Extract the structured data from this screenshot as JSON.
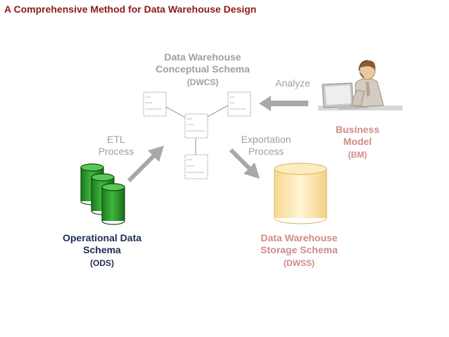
{
  "title": "A Comprehensive Method for Data Warehouse Design",
  "dwcs": {
    "line1": "Data Warehouse",
    "line2": "Conceptual Schema",
    "abbr": "(DWCS)"
  },
  "analyze": "Analyze",
  "bm": {
    "line1": "Business",
    "line2": "Model",
    "abbr": "(BM)"
  },
  "etl": {
    "line1": "ETL",
    "line2": "Process"
  },
  "export": {
    "line1": "Exportation",
    "line2": "Process"
  },
  "ods": {
    "line1": "Operational Data",
    "line2": "Schema",
    "abbr": "(ODS)"
  },
  "dwss": {
    "line1": "Data Warehouse",
    "line2": "Storage Schema",
    "abbr": "(DWSS)"
  },
  "colors": {
    "title": "#8b1a1a",
    "ods_cylinder": "#2e9b2e",
    "dwss_cylinder": "#fbe7b3",
    "arrow": "#a8a8a8"
  }
}
